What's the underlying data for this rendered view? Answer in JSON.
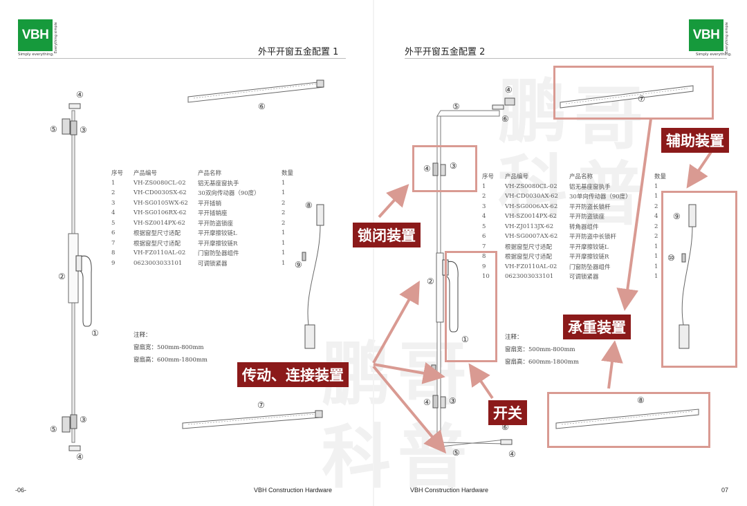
{
  "left_page": {
    "logo": {
      "text": "VBH",
      "tagline": "Simply everything.",
      "vertical": "Everything simple"
    },
    "title": "外平开窗五金配置 1",
    "part_numbers": [
      "④",
      "⑤",
      "③",
      "⑥",
      "②",
      "①",
      "⑧",
      "⑨",
      "⑦",
      "⑤",
      "③",
      "④"
    ],
    "table": {
      "headers": [
        "序号",
        "产品编号",
        "产品名称",
        "数量"
      ],
      "rows": [
        [
          "1",
          "VH-ZS0080CL-02",
          "铝无基座窗执手",
          "1"
        ],
        [
          "2",
          "VH-CD0030SX-62",
          "30双向传动器（90度）",
          "1"
        ],
        [
          "3",
          "VH-SG0105WX-62",
          "平开插销",
          "2"
        ],
        [
          "4",
          "VH-SG0106RX-62",
          "平开插销座",
          "2"
        ],
        [
          "5",
          "VH-SZ0014PX-62",
          "平开防盗锁座",
          "2"
        ],
        [
          "6",
          "根据窗型尺寸适配",
          "平开摩擦铰链L",
          "1"
        ],
        [
          "7",
          "根据窗型尺寸适配",
          "平开摩擦铰链R",
          "1"
        ],
        [
          "8",
          "VH-FZ0110AL-02",
          "门窗防坠器组件",
          "1"
        ],
        [
          "9",
          "0623003033101",
          "可调锁紧器",
          "1"
        ]
      ]
    },
    "notes": [
      "注释：",
      "窗扇宽：500mm-800mm",
      "窗扇高：600mm-1800mm"
    ],
    "footer_page": "-06-",
    "footer_brand": "VBH Construction Hardware"
  },
  "right_page": {
    "logo": {
      "text": "VBH",
      "tagline": "Simply everything.",
      "vertical": "Everything simple"
    },
    "title": "外平开窗五金配置 2",
    "part_numbers": [
      "④",
      "⑤",
      "⑥",
      "④",
      "③",
      "②",
      "①",
      "④",
      "③",
      "⑥",
      "⑤",
      "④",
      "⑦",
      "⑨",
      "⑩",
      "⑧"
    ],
    "table": {
      "headers": [
        "序号",
        "产品编号",
        "产品名称",
        "数量"
      ],
      "rows": [
        [
          "1",
          "VH-ZS0080CL-02",
          "铝无基座窗执手",
          "1"
        ],
        [
          "2",
          "VH-CD0030AX-62",
          "30单向传动器（90度）",
          "1"
        ],
        [
          "3",
          "VH-SG0006AX-62",
          "平开防盗长锁杆",
          "2"
        ],
        [
          "4",
          "VH-SZ0014PX-62",
          "平开防盗锁座",
          "4"
        ],
        [
          "5",
          "VH-ZJ0113JX-62",
          "转角器组件",
          "2"
        ],
        [
          "6",
          "VH-SG0007AX-62",
          "平开防盗中长锁杆",
          "2"
        ],
        [
          "7",
          "根据窗型尺寸适配",
          "平开摩擦铰链L",
          "1"
        ],
        [
          "8",
          "根据窗型尺寸适配",
          "平开摩擦铰链R",
          "1"
        ],
        [
          "9",
          "VH-FZ0110AL-02",
          "门窗防坠器组件",
          "1"
        ],
        [
          "10",
          "0623003033101",
          "可调锁紧器",
          "1"
        ]
      ]
    },
    "notes": [
      "注释：",
      "窗扇宽：500mm-800mm",
      "窗扇高：600mm-1800mm"
    ],
    "footer_brand": "VBH Construction Hardware",
    "footer_page": "07"
  },
  "callouts": {
    "lock": "锁闭装置",
    "transmission": "传动、连接装置",
    "switch": "开关",
    "auxiliary": "辅助装置",
    "load": "承重装置"
  },
  "watermark": {
    "chars": [
      "鹏",
      "哥",
      "科",
      "普",
      "鹏",
      "哥",
      "科",
      "普"
    ]
  },
  "colors": {
    "brand_green": "#169a3c",
    "callout_bg": "#8b1a1a",
    "box_border": "#d99a92",
    "arrow": "#d99a92"
  }
}
